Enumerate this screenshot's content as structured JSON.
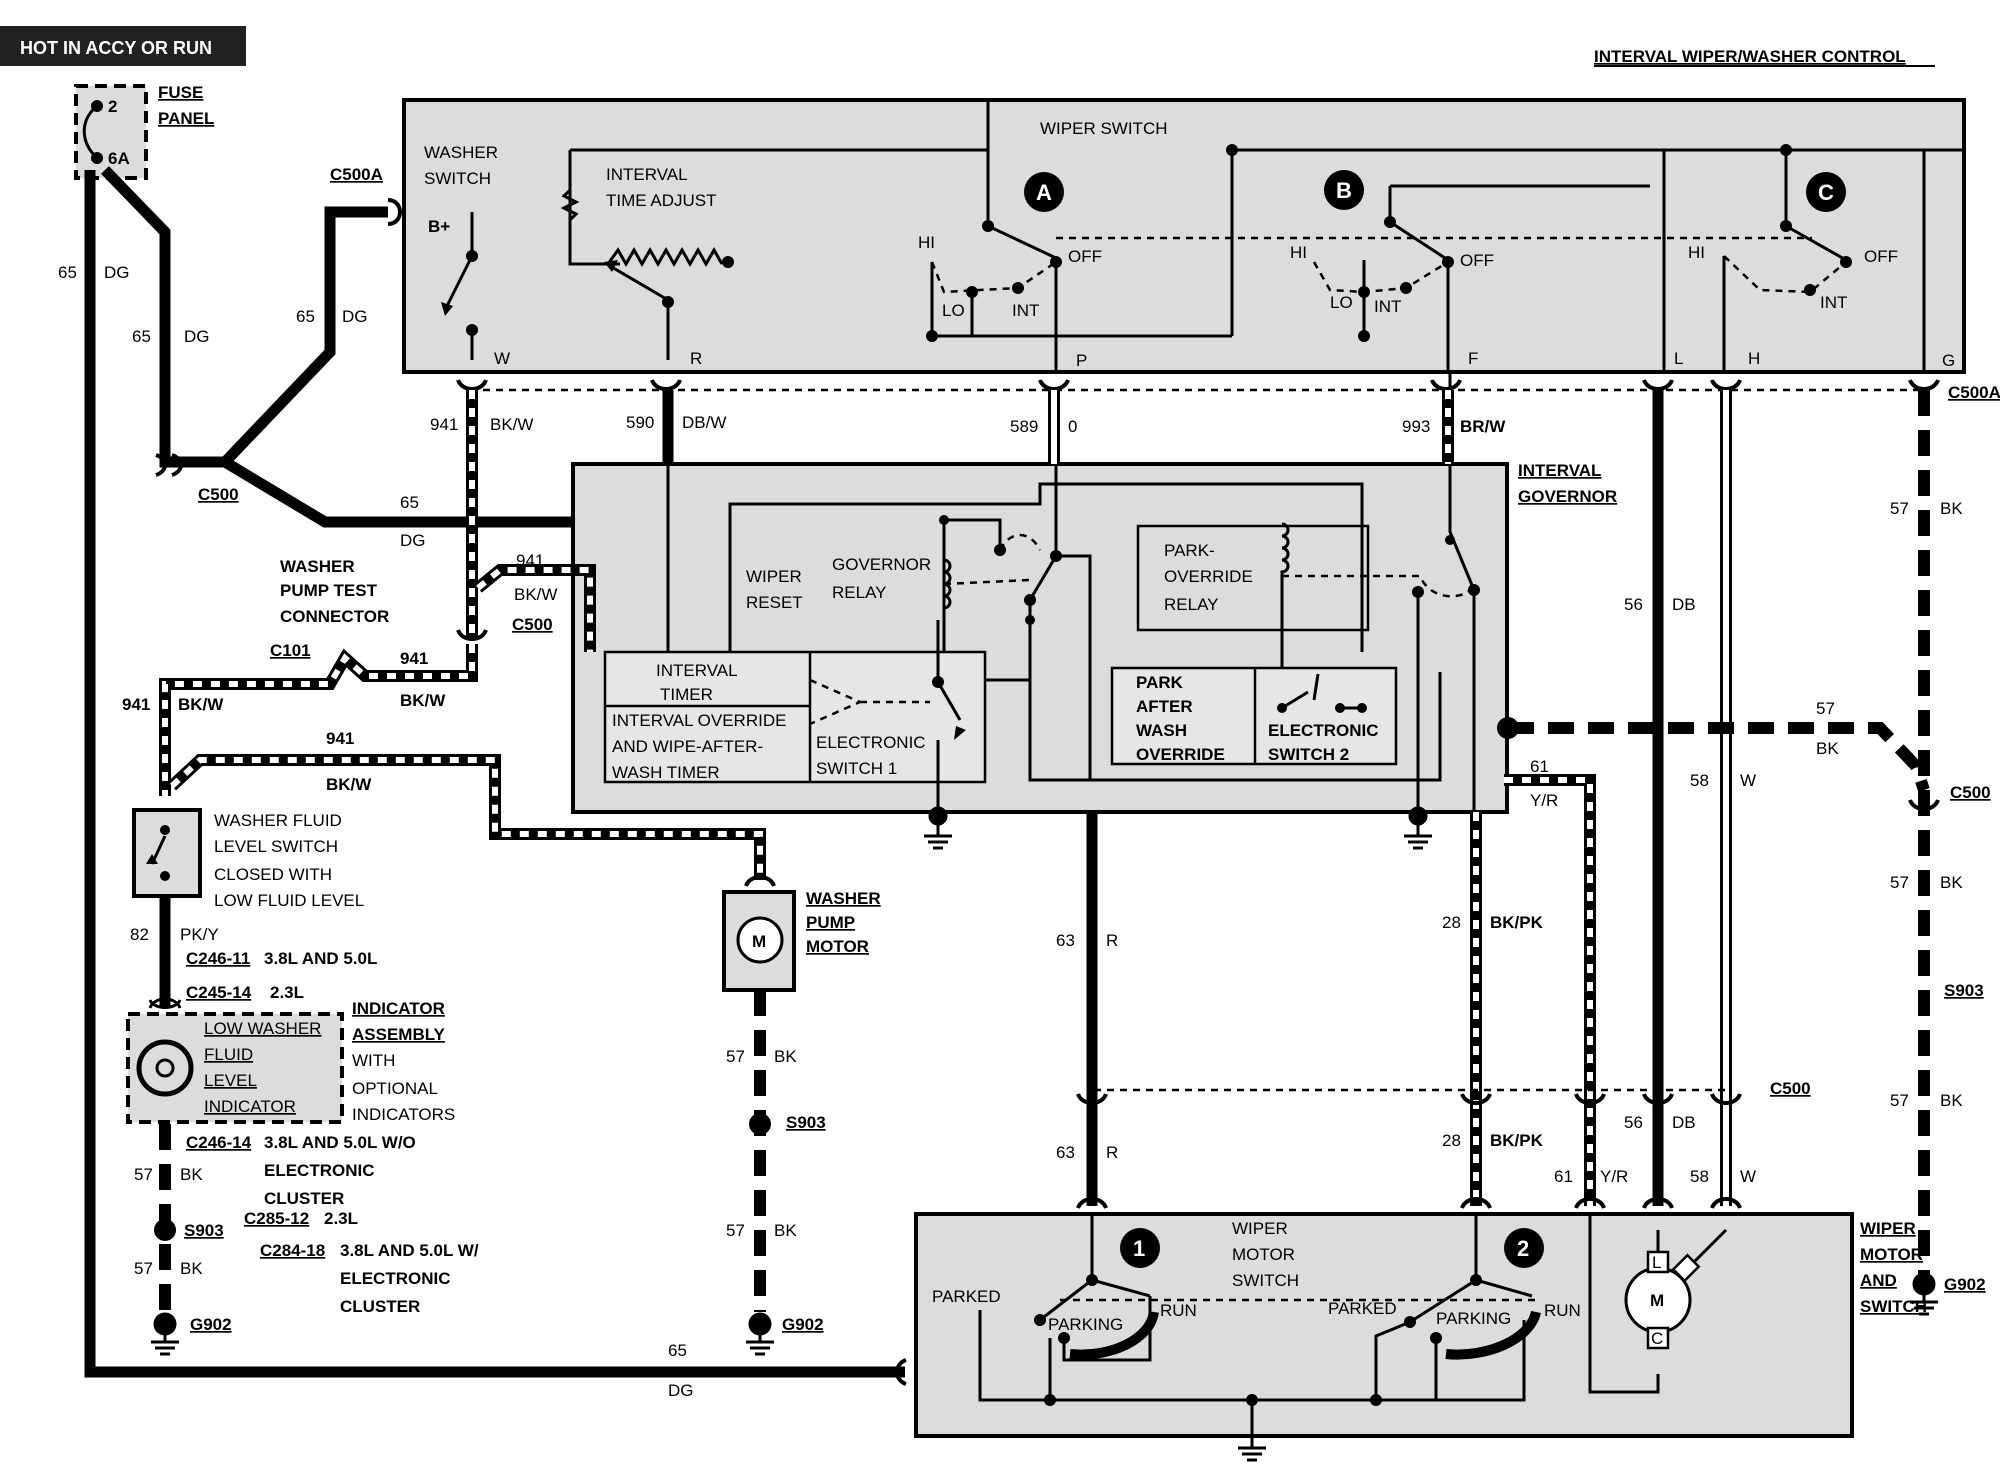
{
  "header": {
    "hot_label": "HOT IN ACCY OR RUN",
    "title": "INTERVAL WIPER/WASHER CONTROL"
  },
  "fuse": {
    "number": "2",
    "rating": "6A",
    "label1": "FUSE",
    "label2": "PANEL"
  },
  "wiper_switch": {
    "title": "WIPER SWITCH",
    "washer_label1": "WASHER",
    "washer_label2": "SWITCH",
    "b_plus": "B+",
    "interval1": "INTERVAL",
    "interval2": "TIME ADJUST",
    "section_a": "A",
    "section_b": "B",
    "section_c": "C",
    "hi": "HI",
    "lo": "LO",
    "int": "INT",
    "off": "OFF",
    "terminals": [
      "W",
      "R",
      "P",
      "F",
      "L",
      "H",
      "G"
    ]
  },
  "connectors": {
    "c500a": "C500A",
    "c500": "C500",
    "c101": "C101"
  },
  "washer_pump_test": {
    "line1": "WASHER",
    "line2": "PUMP TEST",
    "line3": "CONNECTOR"
  },
  "interval_governor": {
    "title1": "INTERVAL",
    "title2": "GOVERNOR",
    "wiper_reset1": "WIPER",
    "wiper_reset2": "RESET",
    "gov_relay1": "GOVERNOR",
    "gov_relay2": "RELAY",
    "park_relay1": "PARK-",
    "park_relay2": "OVERRIDE",
    "park_relay3": "RELAY",
    "timer1": "INTERVAL",
    "timer2": "TIMER",
    "override1": "INTERVAL OVERRIDE",
    "override2": "AND WIPE-AFTER-",
    "override3": "WASH TIMER",
    "es1a": "ELECTRONIC",
    "es1b": "SWITCH 1",
    "paw1": "PARK",
    "paw2": "AFTER",
    "paw3": "WASH",
    "paw4": "OVERRIDE",
    "es2a": "ELECTRONIC",
    "es2b": "SWITCH 2"
  },
  "washer_fluid_switch": {
    "line1": "WASHER FLUID",
    "line2": "LEVEL SWITCH",
    "line3": "CLOSED WITH",
    "line4": "LOW FLUID LEVEL"
  },
  "washer_pump_motor": {
    "line1": "WASHER",
    "line2": "PUMP",
    "line3": "MOTOR",
    "m": "M"
  },
  "indicator": {
    "box1": "LOW WASHER",
    "box2": "FLUID",
    "box3": "LEVEL",
    "box4": "INDICATOR",
    "side1": "INDICATOR",
    "side2": "ASSEMBLY",
    "side3": "WITH",
    "side4": "OPTIONAL",
    "side5": "INDICATORS"
  },
  "splices": {
    "c246_11": "C246-11",
    "c246_11_note": "3.8L AND 5.0L",
    "c245_14": "C245-14",
    "c245_14_note": "2.3L",
    "c246_14": "C246-14",
    "c246_14_note1": "3.8L AND 5.0L W/O",
    "c246_14_note2": "ELECTRONIC",
    "c246_14_note3": "CLUSTER",
    "c285_12": "C285-12",
    "c285_12_note": "2.3L",
    "c284_18": "C284-18",
    "c284_18_note1": "3.8L AND 5.0L W/",
    "c284_18_note2": "ELECTRONIC",
    "c284_18_note3": "CLUSTER",
    "s903": "S903",
    "g902": "G902"
  },
  "wiper_motor": {
    "title1": "WIPER",
    "title2": "MOTOR",
    "title3": "SWITCH",
    "side1": "WIPER",
    "side2": "MOTOR",
    "side3": "AND",
    "side4": "SWITCH",
    "num1": "1",
    "num2": "2",
    "parked": "PARKED",
    "parking": "PARKING",
    "run": "RUN",
    "m": "M",
    "l": "L",
    "c": "C"
  },
  "wires": {
    "w65": "65",
    "dg": "DG",
    "w941": "941",
    "bkw": "BK/W",
    "w590": "590",
    "dbw": "DB/W",
    "w589": "589",
    "o": "0",
    "w993": "993",
    "brw": "BR/W",
    "w56": "56",
    "db": "DB",
    "w57": "57",
    "bk": "BK",
    "w58": "58",
    "w": "W",
    "w61": "61",
    "yr": "Y/R",
    "w63": "63",
    "r": "R",
    "w28": "28",
    "bkpk": "BK/PK",
    "w82": "82",
    "pky": "PK/Y"
  }
}
